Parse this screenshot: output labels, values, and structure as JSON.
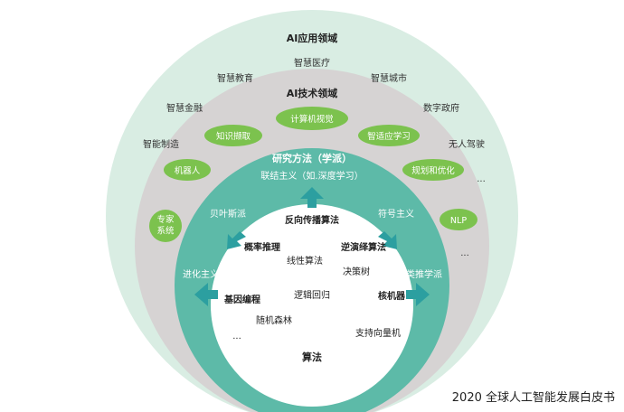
{
  "colors": {
    "outer": "#d9ede3",
    "middle": "#d6d3d3",
    "teal": "#5dbaa8",
    "center": "#ffffff",
    "pill": "#7cc24e",
    "arrow": "#2c9fa0"
  },
  "app_layer": {
    "title": "AI应用领域",
    "items": [
      "智慧医疗",
      "智慧教育",
      "智慧城市",
      "智慧金融",
      "数字政府",
      "智能制造",
      "无人驾驶",
      "..."
    ]
  },
  "tech_layer": {
    "title": "AI技术领域",
    "pills": [
      "计算机视觉",
      "知识撷取",
      "智适应学习",
      "机器人",
      "规划和优化",
      "专家\n系统",
      "NLP"
    ],
    "more": "..."
  },
  "method_layer": {
    "title": "研究方法（学派）",
    "schools": [
      "联结主义（如.深度学习）",
      "贝叶斯派",
      "符号主义",
      "进化主义",
      "类推学派"
    ]
  },
  "algorithm_layer": {
    "title": "算法",
    "items": [
      "反向传播算法",
      "概率推理",
      "逆演绎算法",
      "线性算法",
      "决策树",
      "基因编程",
      "逻辑回归",
      "核机器",
      "随机森林",
      "...",
      "支持向量机"
    ]
  },
  "caption": "2020 全球人工智能发展白皮书"
}
